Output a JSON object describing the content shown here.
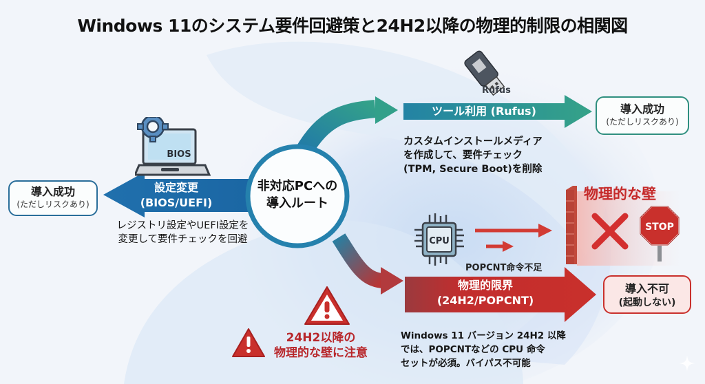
{
  "title": "Windows 11のシステム要件回避策と24H2以降の物理的制限の相関図",
  "center": {
    "line1": "非対応PCへの",
    "line2": "導入ルート"
  },
  "left_route": {
    "label_line1": "設定変更",
    "label_line2": "(BIOS/UEFI)",
    "icon_text": "BIOS",
    "desc_line1": "レジストリ設定やUEFI設定を",
    "desc_line2": "変更して要件チェックを回避",
    "outcome_main": "導入成功",
    "outcome_sub": "(ただしリスクあり)",
    "color": "#1f6ea8"
  },
  "top_route": {
    "label": "ツール利用 (Rufus)",
    "icon_text": "Rufus",
    "desc_line1": "カスタムインストールメディア",
    "desc_line2": "を作成して、要件チェック",
    "desc_line3": "(TPM, Secure Boot)を削除",
    "outcome_main": "導入成功",
    "outcome_sub": "(ただしリスクあり)",
    "color": "#2e9a8a"
  },
  "bottom_route": {
    "label_line1": "物理的限界",
    "label_line2": "(24H2/POPCNT)",
    "desc_line1": "Windows 11 バージョン 24H2 以降",
    "desc_line2": "では、POPCNTなどの CPU 命令",
    "desc_line3": "セットが必須。バイパス不可能",
    "outcome_main": "導入不可",
    "outcome_sub": "(起動しない)",
    "color": "#c62f2f"
  },
  "wall": {
    "title": "物理的な壁",
    "stop_text": "STOP"
  },
  "cpu": {
    "chip_text": "CPU",
    "caption": "POPCNT命令不足"
  },
  "warning": {
    "line1": "24H2以降の",
    "line2": "物理的な壁に注意"
  }
}
